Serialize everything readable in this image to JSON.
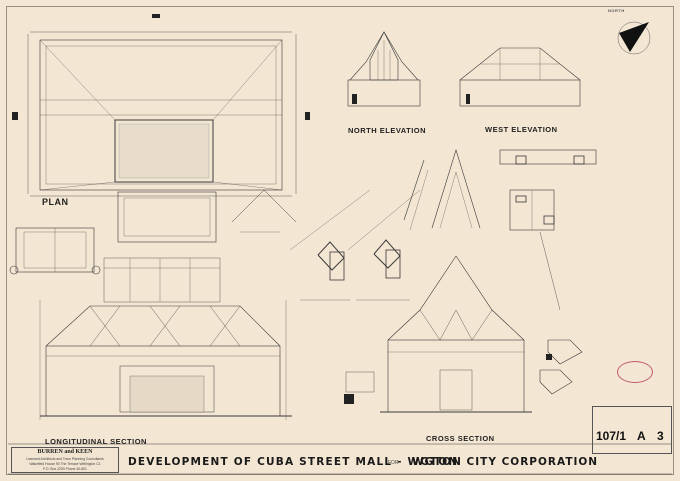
{
  "sheet": {
    "north_label": "NORTH",
    "views": {
      "plan": "PLAN",
      "north_elevation": "NORTH ELEVATION",
      "west_elevation": "WEST ELEVATION",
      "longitudinal_section": "LONGITUDINAL SECTION",
      "cross_section": "CROSS SECTION"
    },
    "title": "DEVELOPMENT OF CUBA STREET MALL - WGTON",
    "title_for": "FOR",
    "client": "WGTON CITY CORPORATION",
    "firm": {
      "name": "BURREN and KEEN",
      "line1": "Licensed Architects and Town Planning Consultants",
      "line2": "Wakefield House   90 The Terrace   Wellington C1",
      "line3": "P.O. Box 2293              Phone 40-801"
    },
    "drawing_number": "107/1",
    "sheet_letter": "A",
    "sheet_number": "3"
  },
  "colors": {
    "paper": "#f3e6d3",
    "ink": "#2a2a2a",
    "stamp": "#c05a68"
  }
}
